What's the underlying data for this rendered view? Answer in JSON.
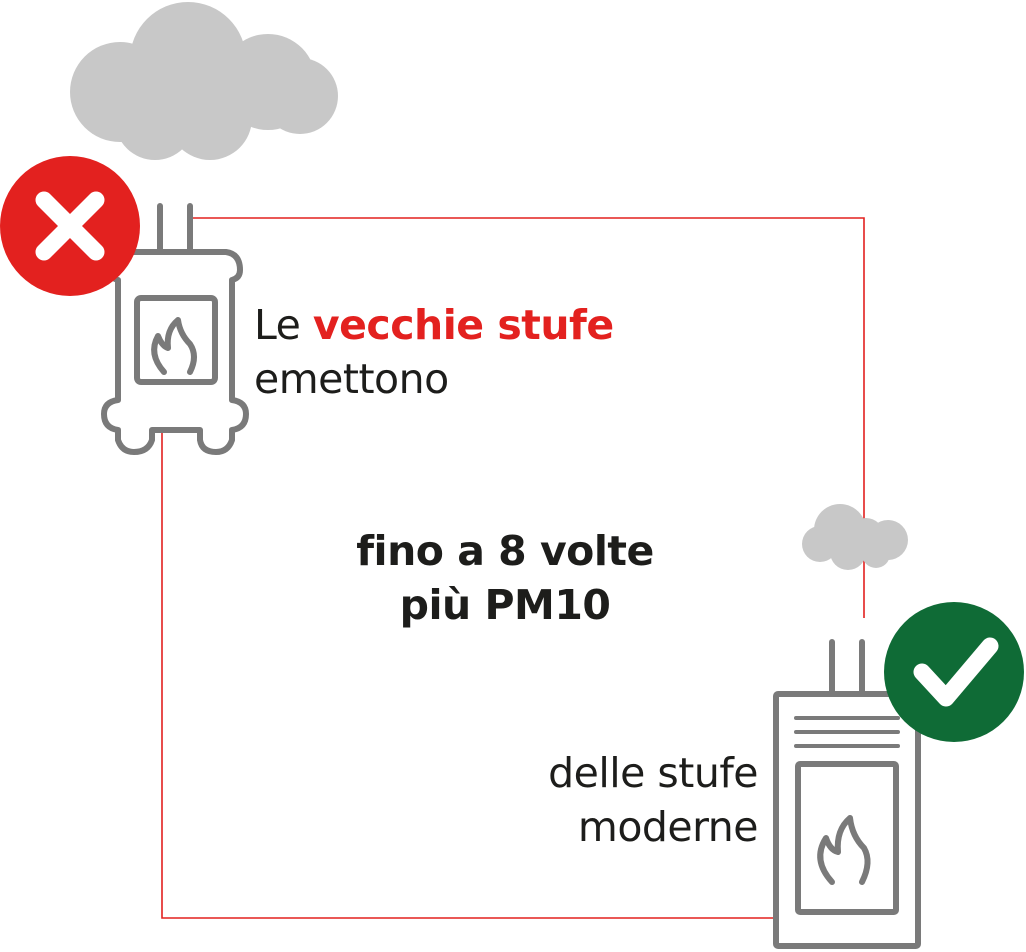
{
  "colors": {
    "frame": "#e3211f",
    "accent": "#e3211f",
    "text": "#1d1d1b",
    "stove": "#7a7a7a",
    "cloud": "#c8c8c8",
    "bad_badge": "#e3211f",
    "good_badge": "#0f6b36"
  },
  "icons": {
    "bad": "x-mark-icon",
    "good": "check-mark-icon",
    "old_stove": "old-stove-icon",
    "modern_stove": "modern-stove-icon",
    "smoke": "cloud-icon"
  },
  "heading": {
    "prefix": "Le ",
    "accent": "vecchie stufe",
    "line2": "emettono"
  },
  "middle": {
    "line1": "fino a 8 volte",
    "line2": "più PM10"
  },
  "bottom": {
    "line1": "delle stufe",
    "line2": "moderne"
  }
}
